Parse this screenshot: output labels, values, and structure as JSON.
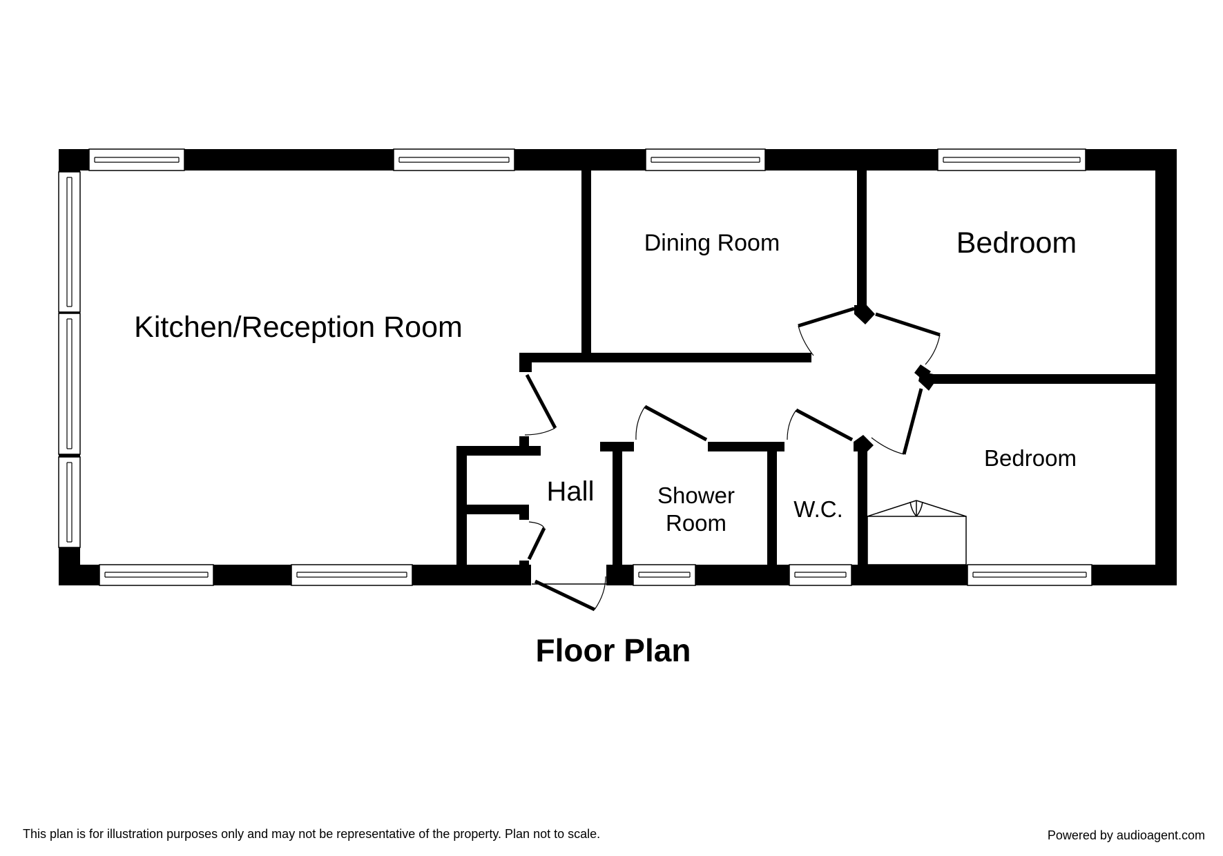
{
  "title": "Floor Plan",
  "rooms": {
    "kitchen": "Kitchen/Reception Room",
    "dining": "Dining Room",
    "bedroom_1": "Bedroom",
    "bedroom_2": "Bedroom",
    "hall": "Hall",
    "shower_line1": "Shower",
    "shower_line2": "Room",
    "wc": "W.C."
  },
  "footer": {
    "disclaimer": "This plan is for illustration purposes only and may not be representative of the property. Plan not to scale.",
    "powered_by": "Powered by audioagent.com"
  }
}
